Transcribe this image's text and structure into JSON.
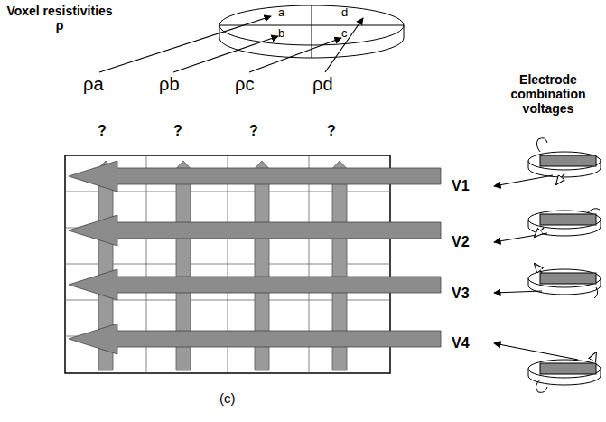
{
  "diagram": {
    "caption": "(c)",
    "labels": [
      "Voxel resistivities ρ",
      "a",
      "b",
      "c",
      "d",
      "ρa",
      "ρb",
      "ρc",
      "ρd",
      "?",
      "?",
      "?",
      "?",
      "Electrode combination voltages",
      "V1",
      "V2",
      "V3",
      "V4"
    ]
  }
}
